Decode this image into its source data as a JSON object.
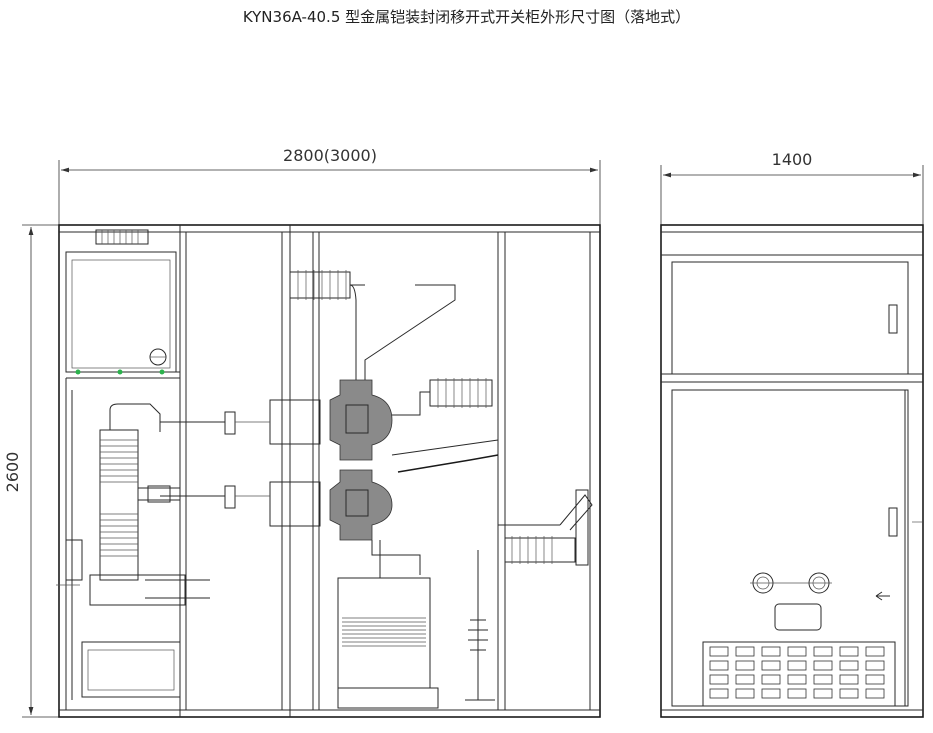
{
  "title": "KYN36A-40.5 型金属铠装封闭移开式开关柜外形尺寸图（落地式）",
  "dimensions": {
    "front_width": "2800(3000)",
    "side_depth": "1400",
    "height": "2600"
  }
}
